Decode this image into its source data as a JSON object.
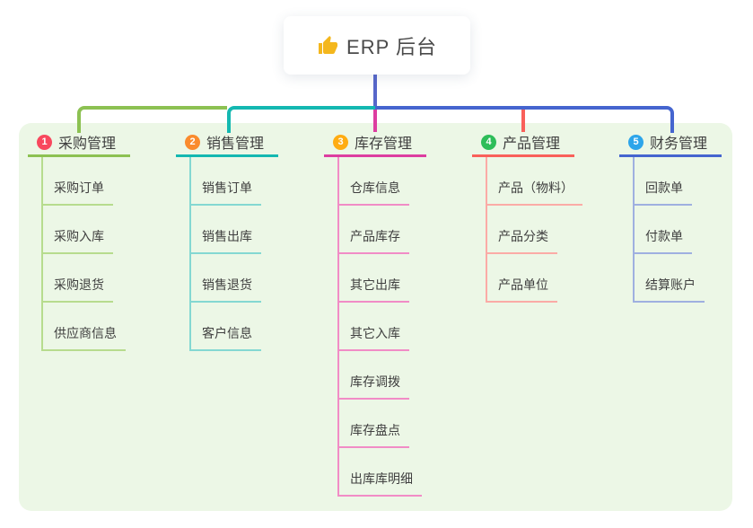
{
  "root": {
    "icon": "thumbs-up",
    "label": "ERP 后台"
  },
  "colors": {
    "canvas_bg": "#ffffff",
    "panel_bg": "#ecf7e6",
    "root_card_bg": "#ffffff",
    "root_line": "#5767ca",
    "text": "#3f3f3f",
    "thumb_yellow": "#f4b71d"
  },
  "branches": [
    {
      "index": "1",
      "label": "采购管理",
      "badge_color": "#f8485e",
      "line_color": "#8cc152",
      "child_line_color": "#b7dc8e",
      "children": [
        "采购订单",
        "采购入库",
        "采购退货",
        "供应商信息"
      ]
    },
    {
      "index": "2",
      "label": "销售管理",
      "badge_color": "#fa8b2e",
      "line_color": "#14b8b1",
      "child_line_color": "#84d8d2",
      "children": [
        "销售订单",
        "销售出库",
        "销售退货",
        "客户信息"
      ]
    },
    {
      "index": "3",
      "label": "库存管理",
      "badge_color": "#ffac12",
      "line_color": "#dd3da0",
      "child_line_color": "#f18cc6",
      "children": [
        "仓库信息",
        "产品库存",
        "其它出库",
        "其它入库",
        "库存调拨",
        "库存盘点",
        "出库库明细"
      ]
    },
    {
      "index": "4",
      "label": "产品管理",
      "badge_color": "#2ebd59",
      "line_color": "#f9605a",
      "child_line_color": "#fbaba6",
      "children": [
        "产品（物料）",
        "产品分类",
        "产品单位"
      ]
    },
    {
      "index": "5",
      "label": "财务管理",
      "badge_color": "#2da5ea",
      "line_color": "#4565cf",
      "child_line_color": "#9fb0e0",
      "children": [
        "回款单",
        "付款单",
        "结算账户"
      ]
    }
  ]
}
